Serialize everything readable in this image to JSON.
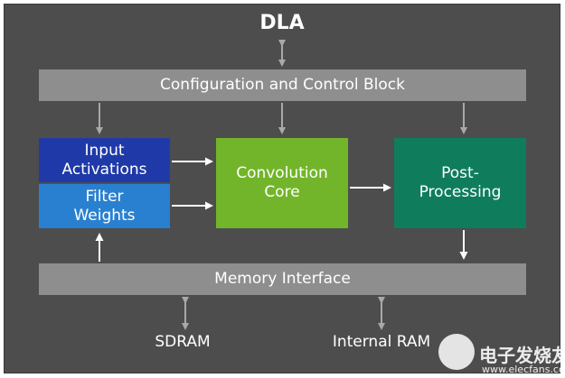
{
  "title": "DLA",
  "config_block": "Configuration and Control Block",
  "memory_interface": "Memory Interface",
  "input_activations": "Input\nActivations",
  "filter_weights": "Filter\nWeights",
  "convolution_core": "Convolution\nCore",
  "post_processing": "Post-\nProcessing",
  "sdram": "SDRAM",
  "internal_ram": "Internal RAM",
  "watermark": {
    "name": "电子发烧友",
    "url": "www.elecfans.com"
  },
  "colors": {
    "background": "#4d4d4d",
    "bar": "#8e8e8e",
    "input_activations": "#1f3aa8",
    "filter_weights": "#2a80d0",
    "convolution_core": "#73b52a",
    "post_processing": "#0f7d5b",
    "connector_gray": "#a9a9a9",
    "connector_white": "#ffffff"
  }
}
